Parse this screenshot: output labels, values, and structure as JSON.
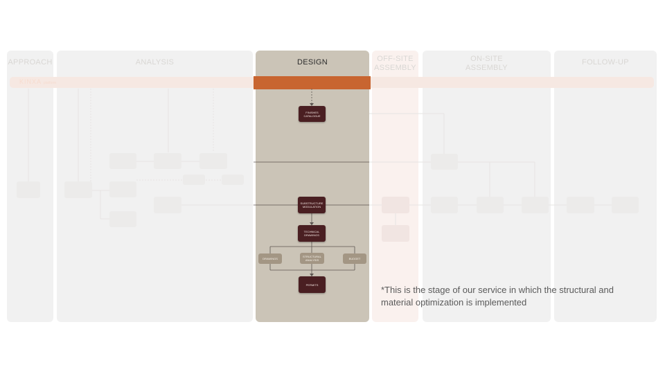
{
  "columns": [
    {
      "id": "approach",
      "title": "APPROACH",
      "title2": ""
    },
    {
      "id": "analysis",
      "title": "ANALYSIS",
      "title2": ""
    },
    {
      "id": "design",
      "title": "DESIGN",
      "title2": ""
    },
    {
      "id": "offsite",
      "title": "OFF-SITE",
      "title2": "ASSEMBLY"
    },
    {
      "id": "onsite",
      "title": "ON-SITE",
      "title2": "ASSEMBLY"
    },
    {
      "id": "followup",
      "title": "FOLLOW-UP",
      "title2": ""
    }
  ],
  "brand": {
    "name": "KINXA",
    "sub": "platform"
  },
  "design_boxes": {
    "finishes": "FINISHES CATALOGUE",
    "substructure": "SUBSTRUCTURE MODULATION",
    "technical": "TECHNICAL DRAWINGS",
    "drawings": "DRAWINGS",
    "structural": "STRUCTURAL ANALYSIS",
    "budget": "BUDGET",
    "permits": "PERMITS"
  },
  "note": "*This is the stage of our service in which the structural and material optimization is implemented",
  "colors": {
    "accent": "#c86530",
    "dark_box": "#4a1f22",
    "tan_box": "#a39684",
    "design_panel": "#cbc4b7"
  }
}
